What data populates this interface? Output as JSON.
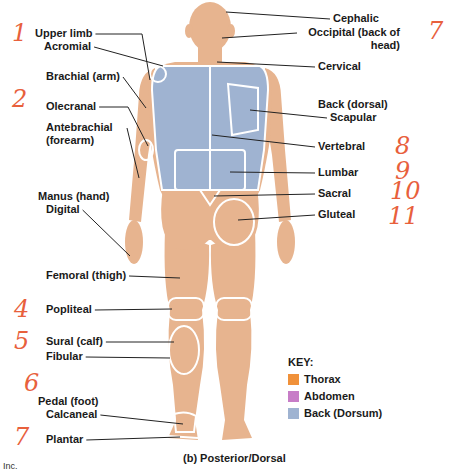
{
  "diagram": {
    "caption": "(b) Posterior/Dorsal",
    "labels": [
      "Upper limb",
      "Acromial",
      "Brachial (arm)",
      "Olecranal",
      "Antebrachial (forearm)",
      "Manus (hand)",
      "Digital",
      "Femoral (thigh)",
      "Popliteal",
      "Sural (calf)",
      "Fibular",
      "Pedal (foot)",
      "Calcaneal",
      "Plantar",
      "Cephalic",
      "Occipital (back of head)",
      "Cervical",
      "Back (dorsal)",
      "Scapular",
      "Vertebral",
      "Lumbar",
      "Sacral",
      "Gluteal",
      "KEY:",
      "Inc.",
      "1",
      "2",
      "4",
      "5",
      "6",
      "7",
      "7",
      "8",
      "9",
      "10",
      "11"
    ],
    "legend": [
      {
        "text": "Thorax",
        "color": "#f0913a"
      },
      {
        "text": "Abdomen",
        "color": "#c77dc7"
      },
      {
        "text": "Back (Dorsum)",
        "color": "#9fb3d1"
      }
    ]
  }
}
